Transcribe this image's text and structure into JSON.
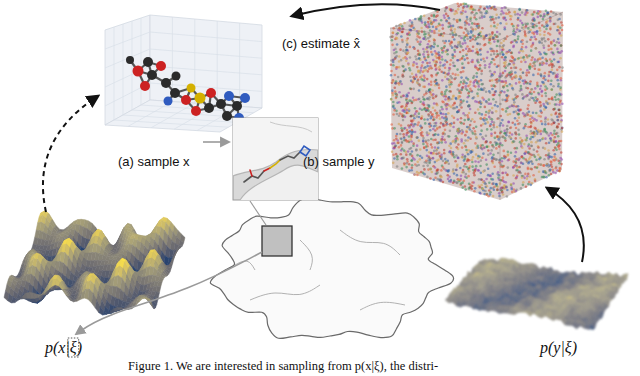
{
  "diagram": {
    "caption": "Figure 1. We are interested in sampling from p(x|ξ), the distri-",
    "labels": [
      "(c) estimate x̂",
      "(a) sample x",
      "(b) sample y",
      "p(x|ξ)",
      "p(y|ξ)"
    ]
  }
}
